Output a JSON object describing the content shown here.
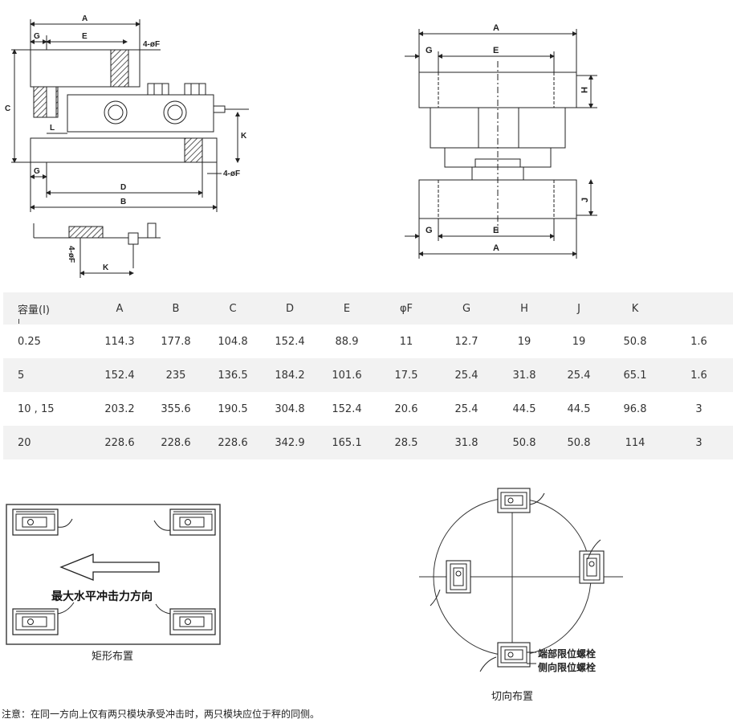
{
  "drawing_side": {
    "A": "A",
    "G_top": "G",
    "E": "E",
    "holes_top": "4-øF",
    "C": "C",
    "L": "L",
    "K": "K",
    "G_bottom": "G",
    "holes_bottom": "4-øF",
    "D": "D",
    "B": "B",
    "holes_detail": "4-øF",
    "K_detail": "K"
  },
  "drawing_end": {
    "A_top": "A",
    "G_top": "G",
    "E_top": "E",
    "H": "H",
    "J": "J",
    "G_bottom": "G",
    "E_bottom": "E",
    "A_bottom": "A"
  },
  "table": {
    "headers": [
      "容量(I)",
      "A",
      "B",
      "C",
      "D",
      "E",
      "φF",
      "G",
      "H",
      "J",
      "K",
      ""
    ],
    "rows": [
      [
        "0.25",
        "114.3",
        "177.8",
        "104.8",
        "152.4",
        "88.9",
        "11",
        "12.7",
        "19",
        "19",
        "50.8",
        "1.6"
      ],
      [
        "5",
        "152.4",
        "235",
        "136.5",
        "184.2",
        "101.6",
        "17.5",
        "25.4",
        "31.8",
        "25.4",
        "65.1",
        "1.6"
      ],
      [
        "10 , 15",
        "203.2",
        "355.6",
        "190.5",
        "304.8",
        "152.4",
        "20.6",
        "25.4",
        "44.5",
        "44.5",
        "96.8",
        "3"
      ],
      [
        "20",
        "228.6",
        "228.6",
        "228.6",
        "342.9",
        "165.1",
        "28.5",
        "31.8",
        "50.8",
        "50.8",
        "114",
        "3"
      ]
    ]
  },
  "rect_layout": {
    "arrow_label": "最大水平冲击力方向",
    "caption": "矩形布置"
  },
  "tangent_layout": {
    "end_bolt_label": "端部限位螺栓",
    "side_bolt_label": "侧向限位螺栓",
    "caption": "切向布置"
  },
  "note": "注意：在同一方向上仅有两只模块承受冲击时，两只模块应位于秤的同侧。"
}
